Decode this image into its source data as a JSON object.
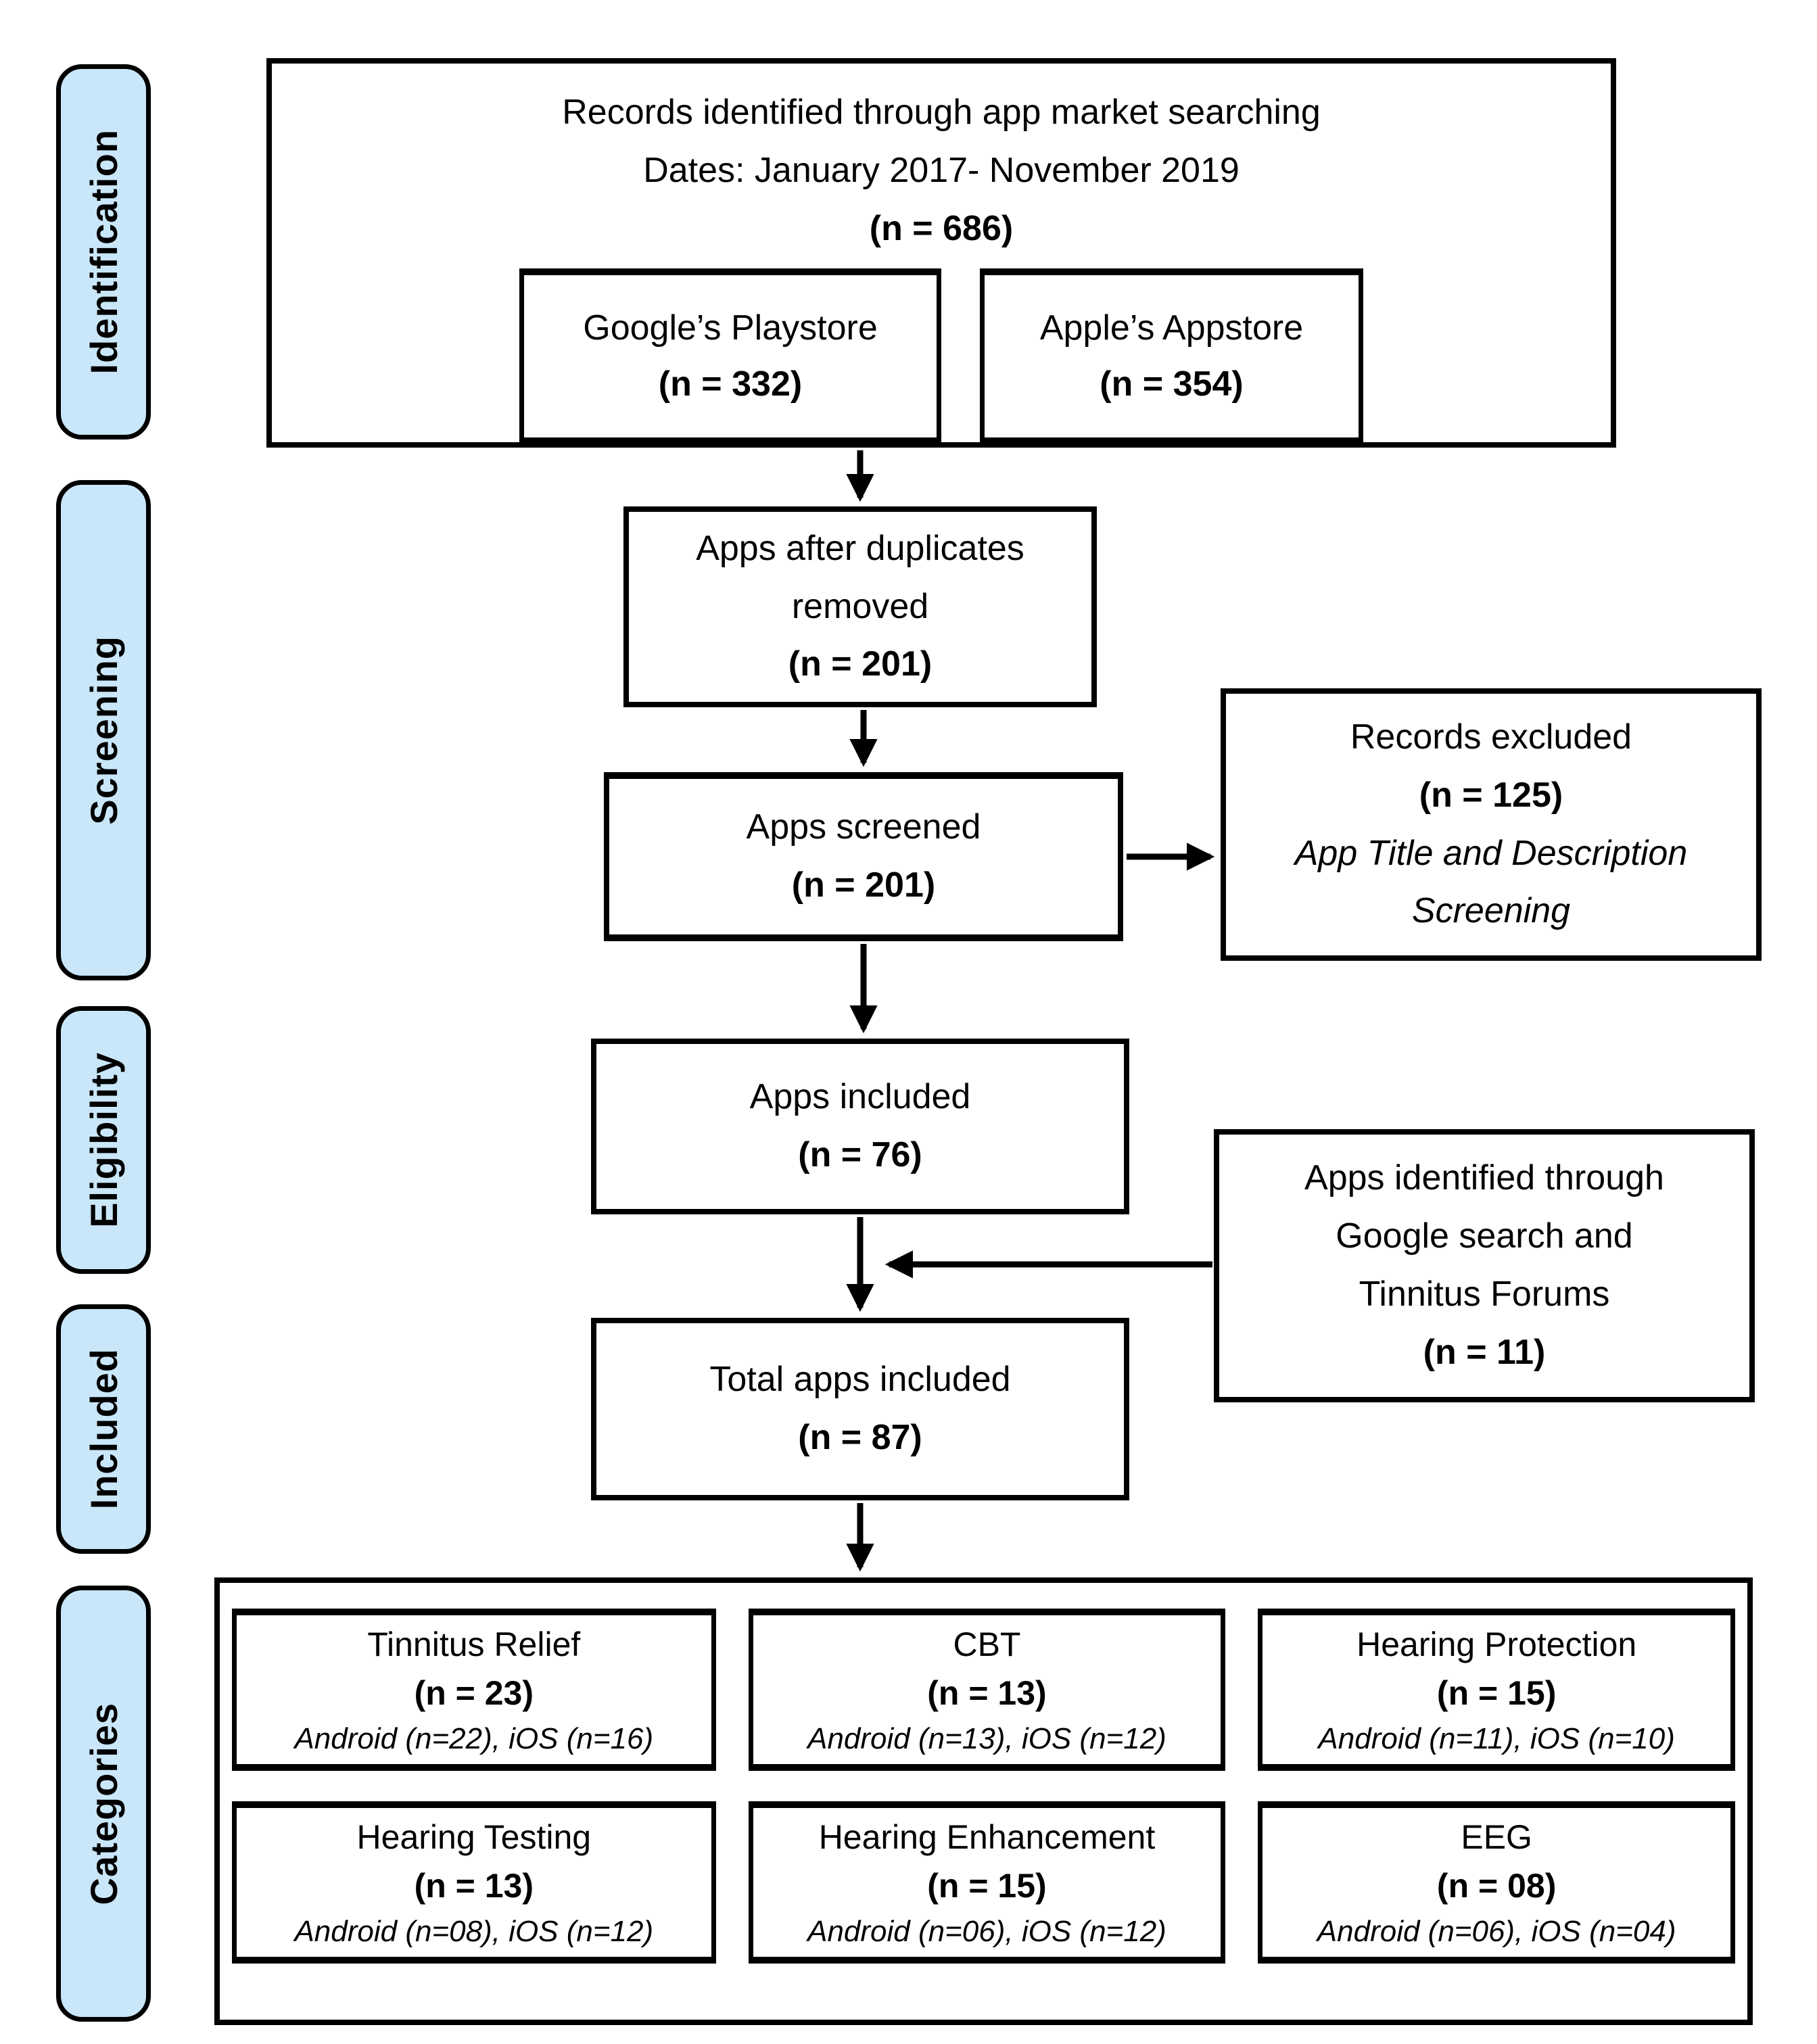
{
  "stages": [
    {
      "label": "Identification"
    },
    {
      "label": "Screening"
    },
    {
      "label": "Eligibility"
    },
    {
      "label": "Included"
    },
    {
      "label": "Categories"
    }
  ],
  "boxes": {
    "identified": {
      "line1": "Records identified through app market searching",
      "line2": "Dates: January 2017- November 2019",
      "n": "(n = 686)",
      "sources": [
        {
          "name": "Google’s Playstore",
          "n": "(n = 332)"
        },
        {
          "name": "Apple’s Appstore",
          "n": "(n = 354)"
        }
      ]
    },
    "duplicates": {
      "line1": "Apps after duplicates",
      "line2": "removed",
      "n": "(n = 201)"
    },
    "screened": {
      "line1": "Apps screened",
      "n": "(n = 201)"
    },
    "excluded": {
      "line1": "Records excluded",
      "n": "(n = 125)",
      "line2": "App Title and Description",
      "line3": "Screening"
    },
    "included": {
      "line1": "Apps included",
      "n": "(n = 76)"
    },
    "google_search": {
      "line1": "Apps identified through",
      "line2": "Google search and",
      "line3": "Tinnitus Forums",
      "n": "(n = 11)"
    },
    "total": {
      "line1": "Total apps included",
      "n": "(n = 87)"
    }
  },
  "categories": [
    {
      "name": "Tinnitus Relief",
      "n": "(n = 23)",
      "detail": "Android (n=22), iOS (n=16)"
    },
    {
      "name": "CBT",
      "n": "(n = 13)",
      "detail": "Android (n=13), iOS (n=12)"
    },
    {
      "name": "Hearing Protection",
      "n": "(n = 15)",
      "detail": "Android (n=11), iOS (n=10)"
    },
    {
      "name": "Hearing Testing",
      "n": "(n = 13)",
      "detail": "Android (n=08), iOS (n=12)"
    },
    {
      "name": "Hearing Enhancement",
      "n": "(n = 15)",
      "detail": "Android (n=06), iOS (n=12)"
    },
    {
      "name": "EEG",
      "n": "(n = 08)",
      "detail": "Android (n=06), iOS (n=04)"
    }
  ],
  "colors": {
    "stage_fill": "#C9E7F8",
    "border": "#000000",
    "background": "#FFFFFF"
  }
}
